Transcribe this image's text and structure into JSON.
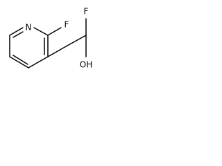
{
  "molecule": {
    "atoms": {
      "n1": "N",
      "f_ring": "F",
      "f_chain": "F",
      "hydroxyl": "OH"
    }
  }
}
